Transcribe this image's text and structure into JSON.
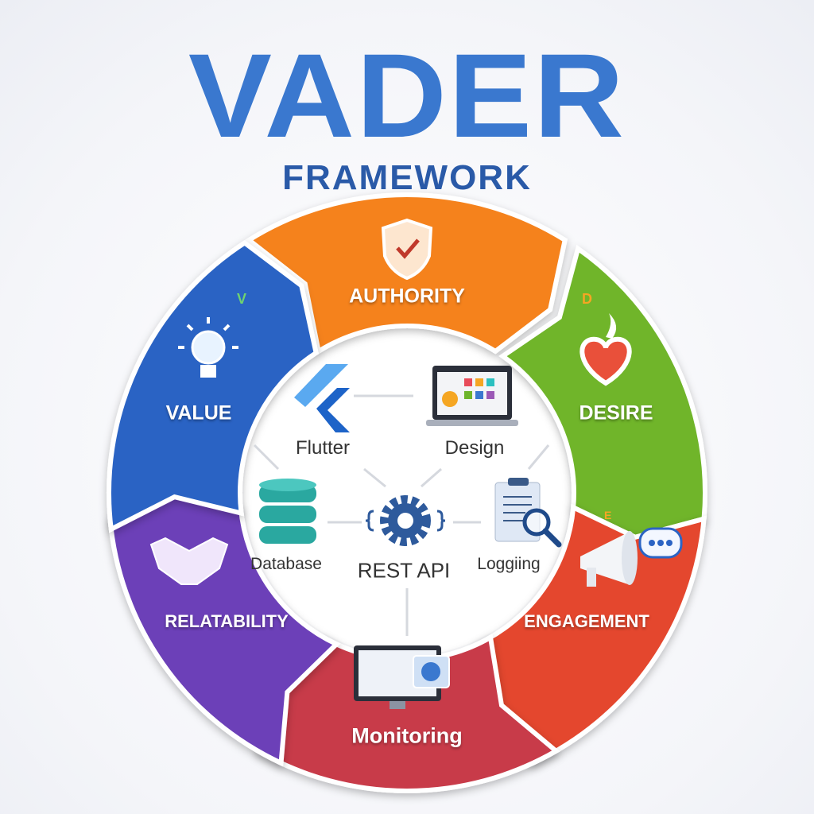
{
  "title": "VADER",
  "subtitle": "FRAMEWORK",
  "segments": [
    {
      "label": "AUTHORITY",
      "color": "#f5821f",
      "icon": "shield-check-icon"
    },
    {
      "label": "DESIRE",
      "color": "#6fb52c",
      "icon": "flaming-heart-icon",
      "letter": "D"
    },
    {
      "label": "ENGAGEMENT",
      "color": "#e4472f",
      "icon": "megaphone-chat-icon",
      "letter": "E"
    },
    {
      "label": "Monitoring",
      "color": "#c83a4a",
      "icon": "monitor-globe-icon"
    },
    {
      "label": "RELATABILITY",
      "color": "#6c3fb8",
      "icon": "handshake-icon"
    },
    {
      "label": "VALUE",
      "color": "#2c64c4",
      "icon": "lightbulb-icon",
      "letter": "V"
    }
  ],
  "center": {
    "flutter": {
      "label": "Flutter",
      "icon": "flutter-logo-icon"
    },
    "design": {
      "label": "Design",
      "icon": "laptop-design-icon"
    },
    "database": {
      "label": "Database",
      "icon": "database-icon"
    },
    "rest": {
      "label": "REST API",
      "icon": "gear-code-icon"
    },
    "logging": {
      "label": "Loggiing",
      "icon": "clipboard-magnifier-icon"
    }
  }
}
